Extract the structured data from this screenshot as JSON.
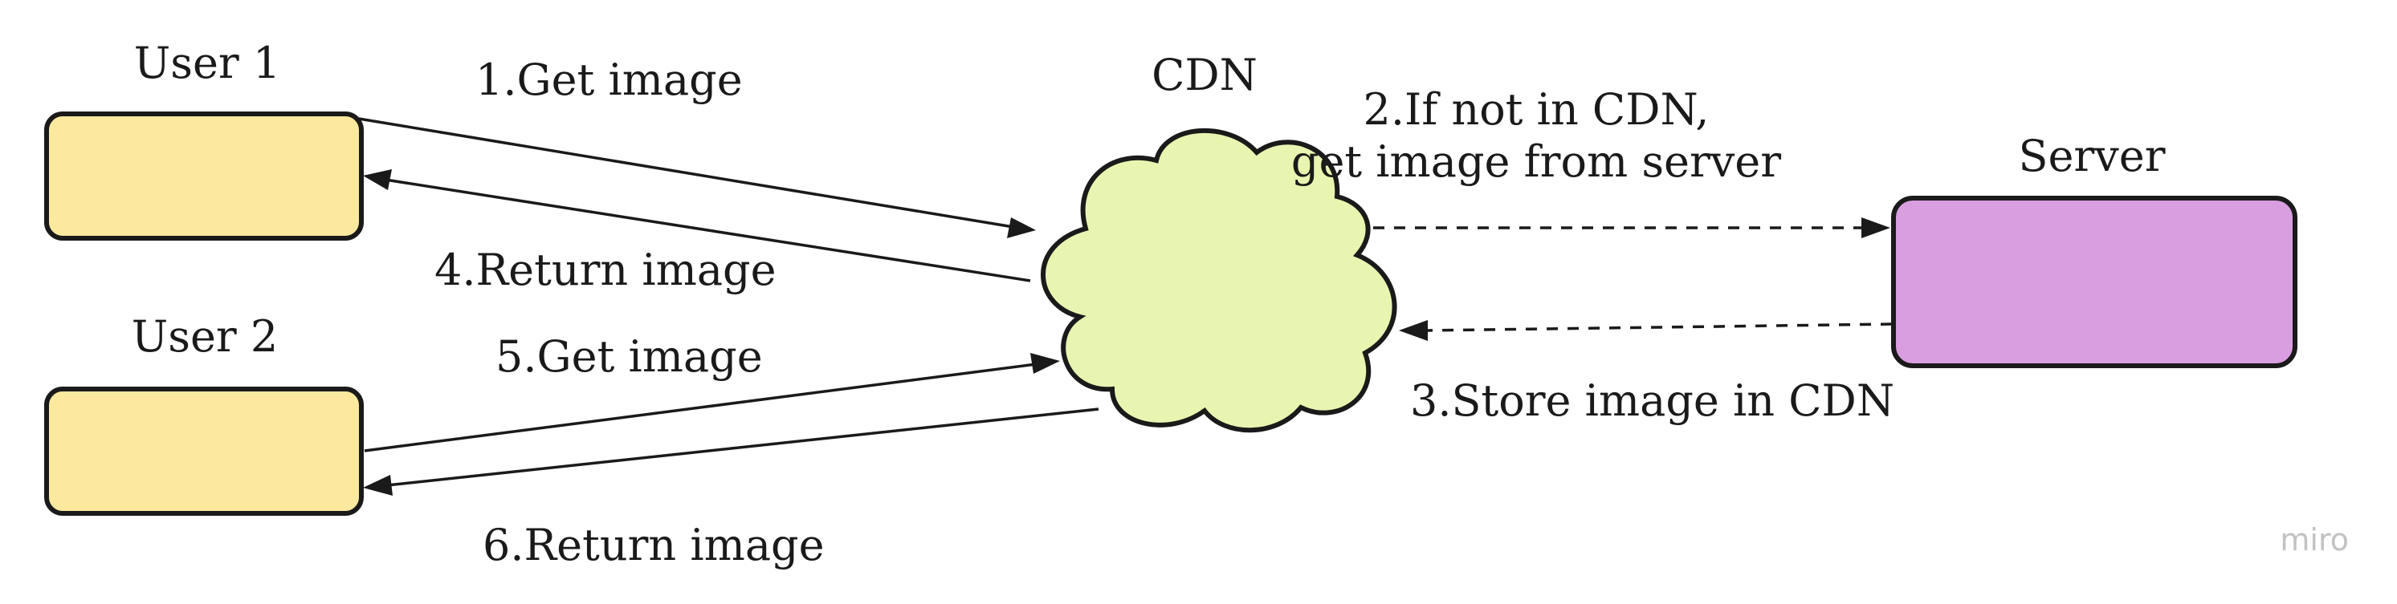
{
  "nodes": {
    "user1": {
      "label": "User 1",
      "fill": "#fce99e"
    },
    "user2": {
      "label": "User 2",
      "fill": "#fce99e"
    },
    "cdn": {
      "label": "CDN",
      "fill": "#e8f5b0"
    },
    "server": {
      "label": "Server",
      "fill": "#d89edf"
    }
  },
  "edges": {
    "e1": {
      "label": "1.Get image",
      "style": "solid"
    },
    "e2": {
      "label_line1": "2.If not in CDN,",
      "label_line2": "get image from server",
      "style": "dashed"
    },
    "e3": {
      "label": "3.Store image in CDN",
      "style": "dashed"
    },
    "e4": {
      "label": "4.Return image",
      "style": "solid"
    },
    "e5": {
      "label": "5.Get image",
      "style": "solid"
    },
    "e6": {
      "label": "6.Return image",
      "style": "solid"
    }
  },
  "watermark": "miro"
}
